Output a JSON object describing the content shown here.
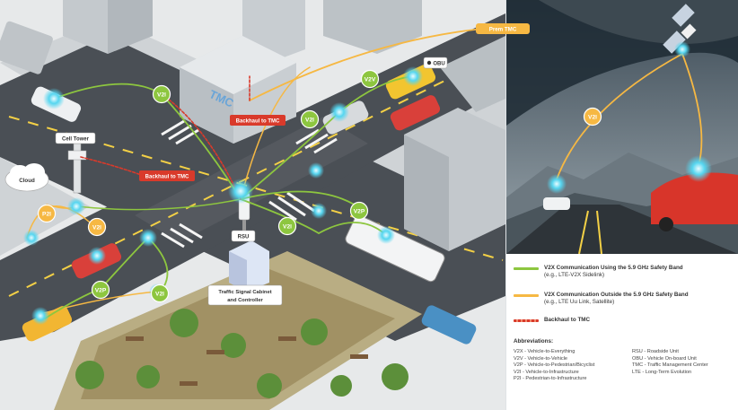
{
  "labels": {
    "prem_tmc": "Prem TMC",
    "tmc_building": "TMC",
    "obu": "OBU",
    "cell_tower": "Cell Tower",
    "cloud": "Cloud",
    "backhaul_1": "Backhaul to TMC",
    "backhaul_2": "Backhaul to TMC",
    "rsu": "RSU",
    "cabinet_line1": "Traffic Signal Cabinet",
    "cabinet_line2": "and Controller"
  },
  "badges": [
    {
      "text": "V2I",
      "kind": "green"
    },
    {
      "text": "V2V",
      "kind": "green"
    },
    {
      "text": "V2I",
      "kind": "green"
    },
    {
      "text": "P2I",
      "kind": "orange"
    },
    {
      "text": "V2I",
      "kind": "orange"
    },
    {
      "text": "V2I",
      "kind": "green"
    },
    {
      "text": "V2P",
      "kind": "green"
    },
    {
      "text": "V2P",
      "kind": "green"
    },
    {
      "text": "V2I",
      "kind": "green"
    },
    {
      "text": "V2I",
      "kind": "orange"
    }
  ],
  "legend": {
    "items": [
      {
        "color": "green",
        "line1": "V2X Communication Using the 5.9 GHz Safety Band",
        "line2": "(e.g., LTE-V2X Sidelink)"
      },
      {
        "color": "orange",
        "line1": "V2X Communication Outside the 5.9 GHz Safety Band",
        "line2": "(e.g., LTE Uu Link, Satellite)"
      },
      {
        "color": "red",
        "line1": "Backhaul to TMC",
        "line2": ""
      }
    ],
    "abbreviations_title": "Abbreviations:",
    "abbr_left": [
      "V2X - Vehicle-to-Everything",
      "V2V - Vehicle-to-Vehicle",
      "V2P - Vehicle-to-Pedestrian/Bicyclist",
      "V2I - Vehicle-to-Infrastructure",
      "P2I - Pedestrian-to-Infrastructure"
    ],
    "abbr_right": [
      "RSU - Roadside Unit",
      "OBU - Vehicle On-board Unit",
      "TMC - Traffic Management Center",
      "LTE - Long-Term Evolution"
    ]
  },
  "colors": {
    "green": "#8dc63f",
    "orange": "#f6b843",
    "red": "#d93a2b",
    "signal": "#56d6f0"
  }
}
